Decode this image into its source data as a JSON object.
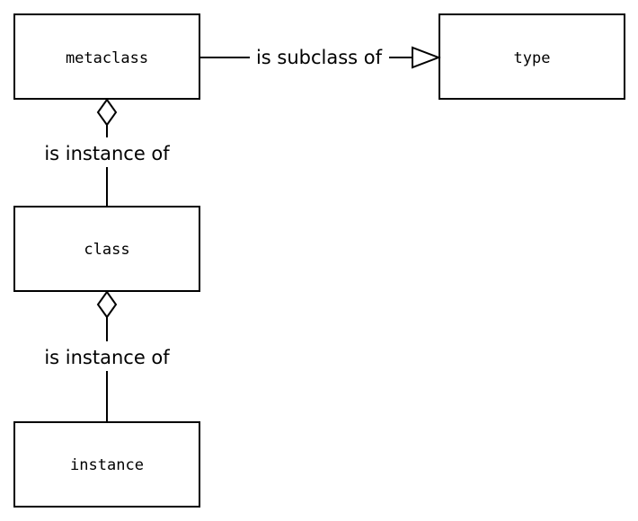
{
  "nodes": {
    "metaclass": "metaclass",
    "type": "type",
    "class": "class",
    "instance": "instance"
  },
  "edges": {
    "metaclass_to_type": "is subclass of",
    "class_to_metaclass": "is instance of",
    "instance_to_class": "is instance of"
  },
  "colors": {
    "stroke": "#000000",
    "background": "#ffffff"
  }
}
